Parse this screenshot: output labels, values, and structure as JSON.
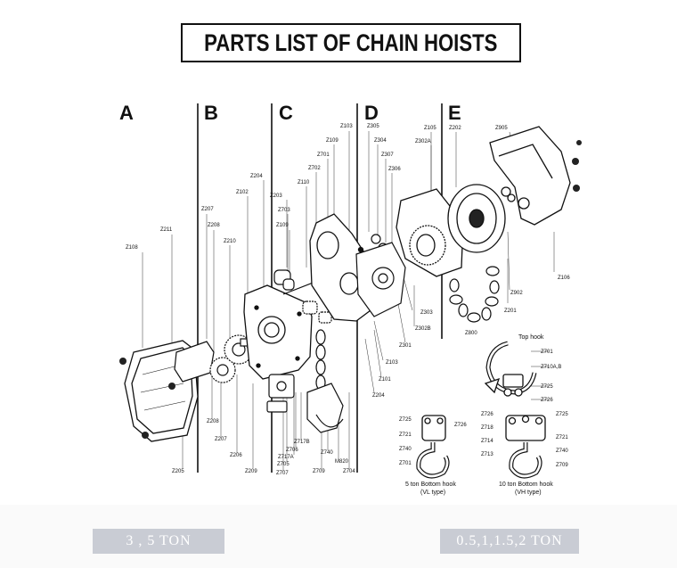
{
  "title": "PARTS LIST OF CHAIN HOISTS",
  "sections": [
    "A",
    "B",
    "C",
    "D",
    "E"
  ],
  "part_labels": [
    "Z108",
    "Z211",
    "Z207",
    "Z208",
    "Z210",
    "Z102",
    "Z204",
    "Z203",
    "Z703",
    "Z109",
    "Z110",
    "Z702",
    "Z701",
    "Z109",
    "Z103",
    "Z305",
    "Z304",
    "Z307",
    "Z306",
    "Z105",
    "Z302A",
    "Z202",
    "Z905",
    "Z106",
    "Z902",
    "Z201",
    "Z800",
    "Z303",
    "Z302B",
    "Z301",
    "Z103",
    "Z101",
    "Z204",
    "Z205",
    "Z208",
    "Z207",
    "Z206",
    "Z209",
    "Z707",
    "Z705",
    "Z717A",
    "Z706",
    "Z717B",
    "Z709",
    "Z740",
    "M820",
    "Z704"
  ],
  "top_hook": {
    "title": "Top hook",
    "labels": [
      "Z701",
      "Z710A,B",
      "Z725",
      "Z726"
    ]
  },
  "bottom_hook_5": {
    "labels": [
      "Z725",
      "Z726",
      "Z721",
      "Z740",
      "Z701"
    ],
    "caption1": "5 ton Bottom hook",
    "caption2": "(VL type)"
  },
  "bottom_hook_10": {
    "labels": [
      "Z726",
      "Z725",
      "Z718",
      "Z714",
      "Z721",
      "Z713",
      "Z740",
      "Z709"
    ],
    "caption1": "10 ton Bottom hook",
    "caption2": "(VH type)"
  },
  "badges": {
    "left": "3 , 5 TON",
    "right": "0.5,1,1.5,2 TON"
  }
}
